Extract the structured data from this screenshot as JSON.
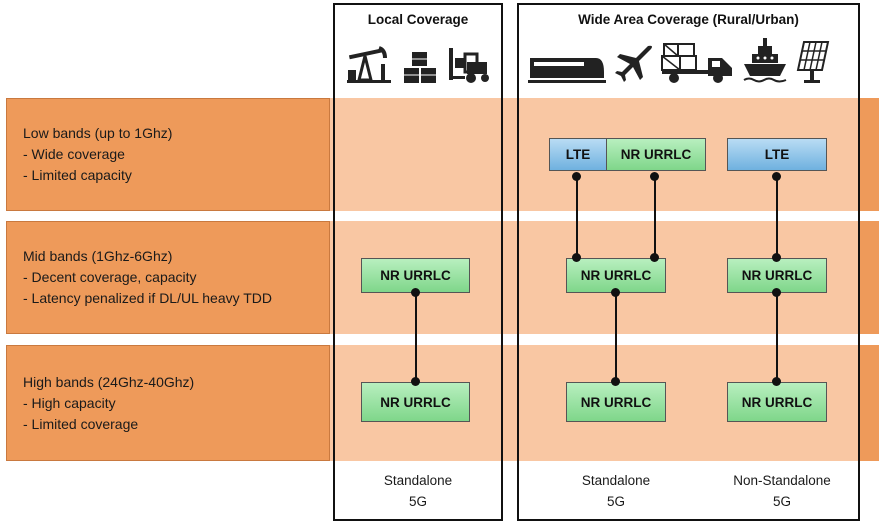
{
  "columns": {
    "local_title": "Local Coverage",
    "wide_title": "Wide Area Coverage (Rural/Urban)"
  },
  "bands": [
    {
      "title": "Low bands (up to 1Ghz)",
      "line1": "- Wide coverage",
      "line2": "- Limited capacity"
    },
    {
      "title": "Mid bands (1Ghz-6Ghz)",
      "line1": "- Decent coverage, capacity",
      "line2": "- Latency penalized if DL/UL heavy TDD"
    },
    {
      "title": "High bands (24Ghz-40Ghz)",
      "line1": "- High capacity",
      "line2": "- Limited coverage"
    }
  ],
  "nodes": {
    "lte": "LTE",
    "nr_urrlc": "NR URRLC"
  },
  "footers": [
    {
      "line1": "Standalone",
      "line2": "5G"
    },
    {
      "line1": "Standalone",
      "line2": "5G"
    },
    {
      "line1": "Non-Standalone",
      "line2": "5G"
    }
  ],
  "icons": {
    "local": [
      "oil-pump-icon",
      "boxes-icon",
      "forklift-icon"
    ],
    "wide": [
      "train-icon",
      "airplane-icon",
      "delivery-truck-icon",
      "ship-icon",
      "solar-panel-icon"
    ]
  },
  "colors": {
    "band_label": "#ee9a5a",
    "band_fill": "#f9c7a3",
    "nr_node": "#7fd68a",
    "lte_node": "#6fb1df"
  }
}
